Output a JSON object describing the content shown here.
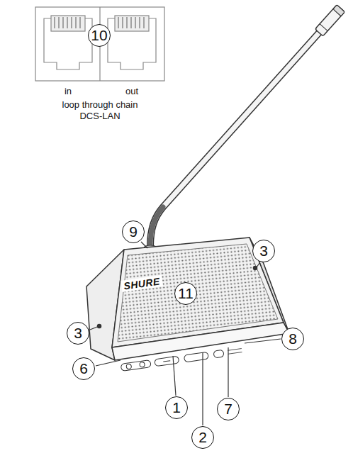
{
  "diagram": {
    "labels": [
      "10",
      "in",
      "out",
      "loop through chain DCS-LAN",
      "9",
      "SHURE",
      "3",
      "11",
      "3",
      "6",
      "8",
      "1",
      "7",
      "2"
    ]
  }
}
